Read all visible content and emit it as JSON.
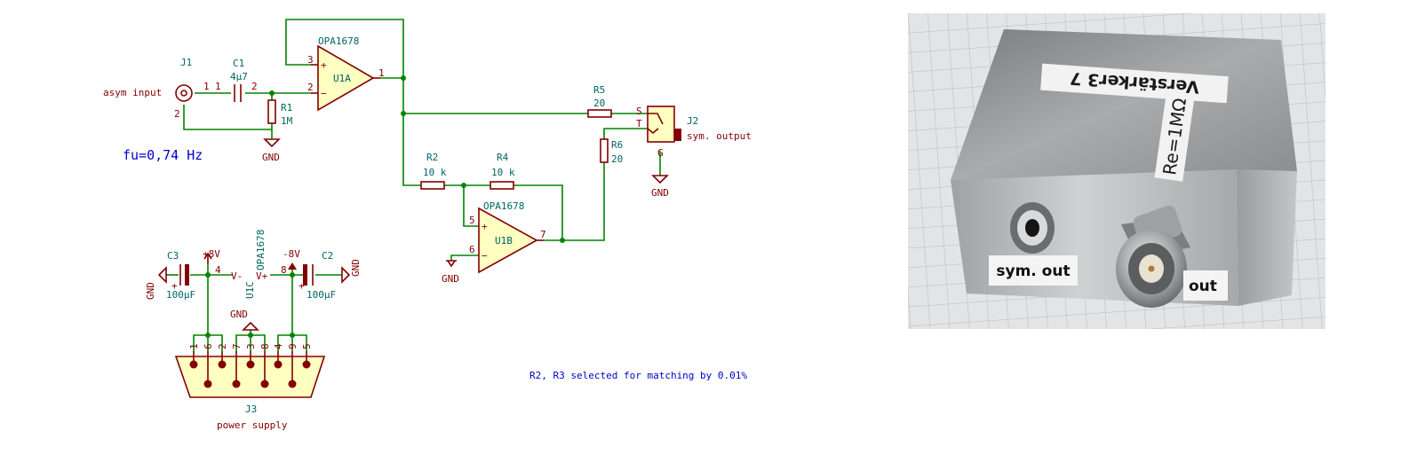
{
  "schematic": {
    "connectors": {
      "j1": {
        "ref": "J1",
        "label": "asym input",
        "pin1": "1",
        "pin2": "2"
      },
      "j2": {
        "ref": "J2",
        "label": "sym. output",
        "pin_s": "S",
        "pin_t": "T",
        "pin_g": "G"
      },
      "j3": {
        "ref": "J3",
        "label": "power supply",
        "pins": [
          "1",
          "6",
          "2",
          "7",
          "3",
          "8",
          "4",
          "9",
          "5"
        ]
      }
    },
    "components": {
      "c1": {
        "ref": "C1",
        "value": "4µ7",
        "pin1": "1",
        "pin2": "2"
      },
      "r1": {
        "ref": "R1",
        "value": "1M"
      },
      "u1a": {
        "ref": "U1A",
        "value": "OPA1678",
        "pin_plus": "3",
        "pin_minus": "2",
        "pin_out": "1"
      },
      "r5": {
        "ref": "R5",
        "value": "20"
      },
      "r6": {
        "ref": "R6",
        "value": "20"
      },
      "r2": {
        "ref": "R2",
        "value": "10 k"
      },
      "r4": {
        "ref": "R4",
        "value": "10 k"
      },
      "u1b": {
        "ref": "U1B",
        "value": "OPA1678",
        "pin_plus": "5",
        "pin_minus": "6",
        "pin_out": "7"
      },
      "u1c": {
        "ref": "U1C",
        "value": "OPA1678",
        "vminus": "V-",
        "vplus": "V+",
        "pin_vminus": "4",
        "pin_vplus": "8"
      },
      "c3": {
        "ref": "C3",
        "value": "100µF",
        "polarity": "+"
      },
      "c2": {
        "ref": "C2",
        "value": "100µF",
        "polarity": "+"
      }
    },
    "power": {
      "gnd": "GND",
      "plus8": "+8V",
      "minus8": "-8V"
    },
    "notes": {
      "fu": "fu=0,74 Hz",
      "matching": "R2, R3 selected for matching  by 0.01%"
    }
  },
  "photo": {
    "label_top": "Verstärker3 7",
    "label_side": "Re=1MΩ",
    "label_sym_out": "sym. out",
    "label_out": "out"
  },
  "colors": {
    "wire": "#008400",
    "component": "#840000",
    "component_fill": "#ffffc2",
    "reference": "#006464",
    "note": "#0000c8"
  }
}
